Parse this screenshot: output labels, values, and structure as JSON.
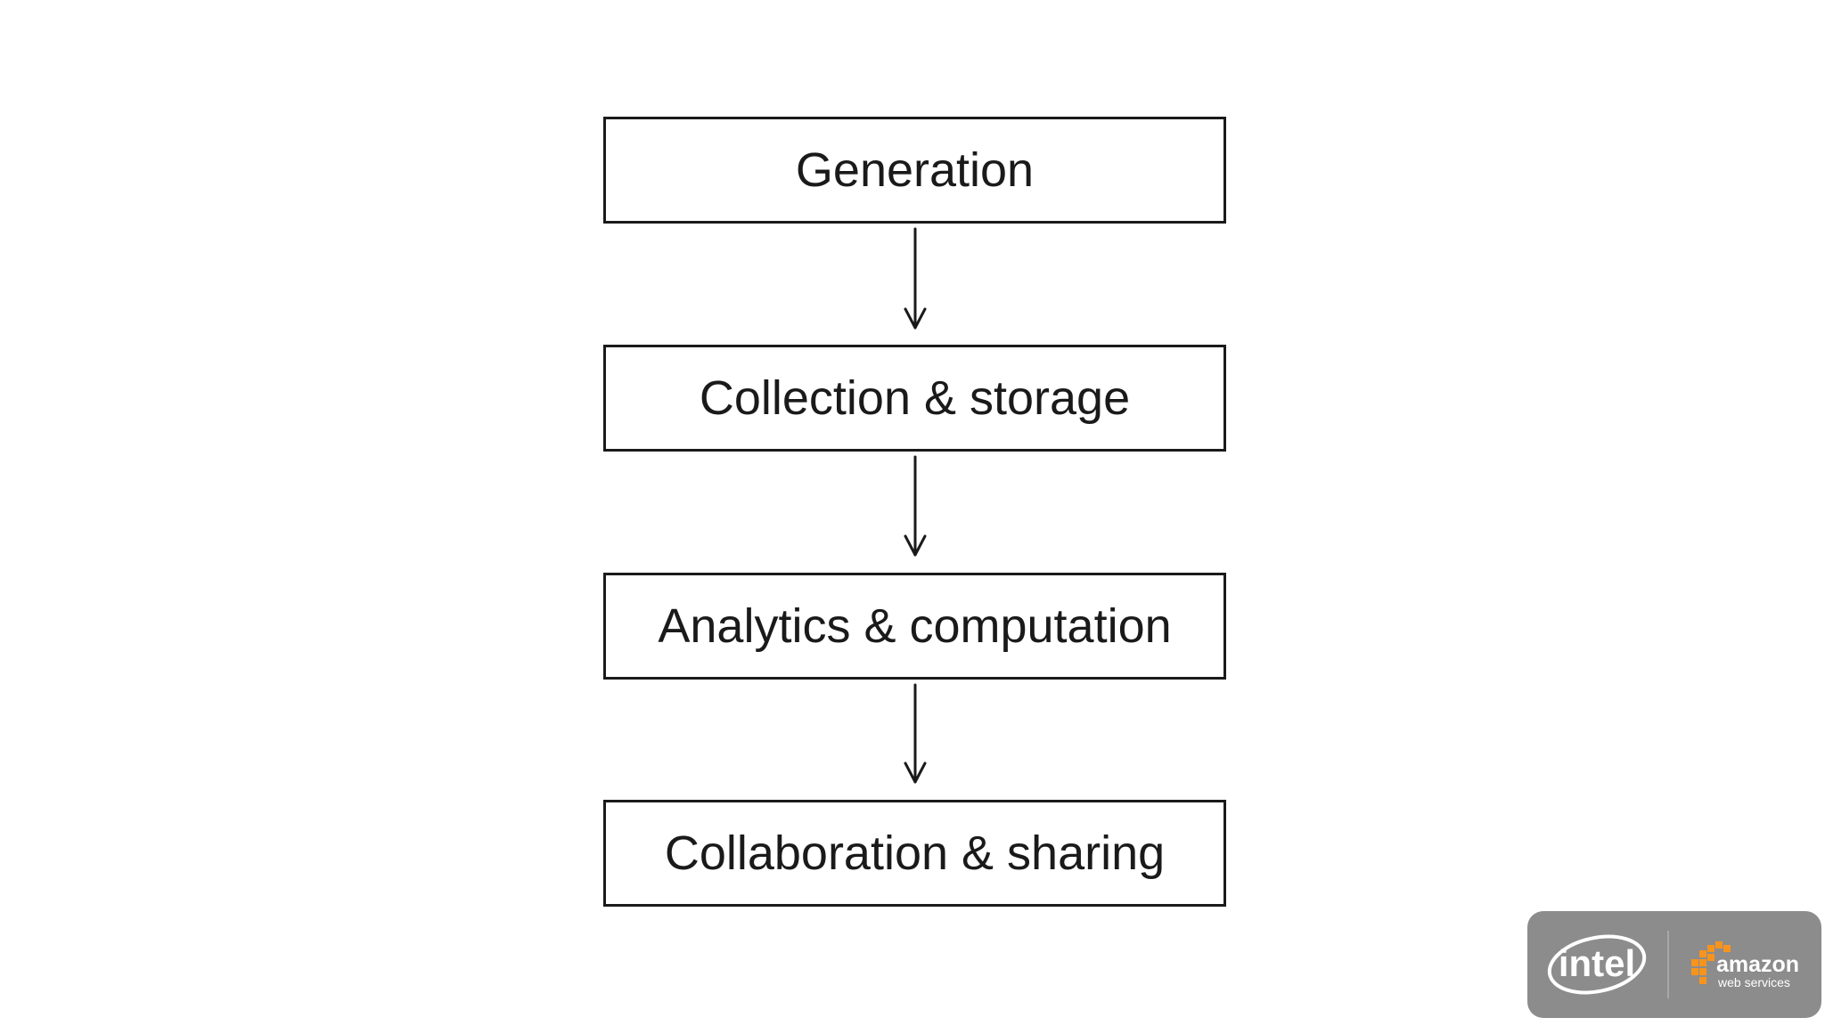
{
  "diagram": {
    "steps": [
      {
        "label": "Generation"
      },
      {
        "label": "Collection & storage"
      },
      {
        "label": "Analytics & computation"
      },
      {
        "label": "Collaboration & sharing"
      }
    ]
  },
  "branding": {
    "intel_logo_text": "intel",
    "aws_logo_line1": "amazon",
    "aws_logo_line2": "web services",
    "badge_color": "#8c8c8c",
    "aws_accent_color": "#f7941d"
  }
}
